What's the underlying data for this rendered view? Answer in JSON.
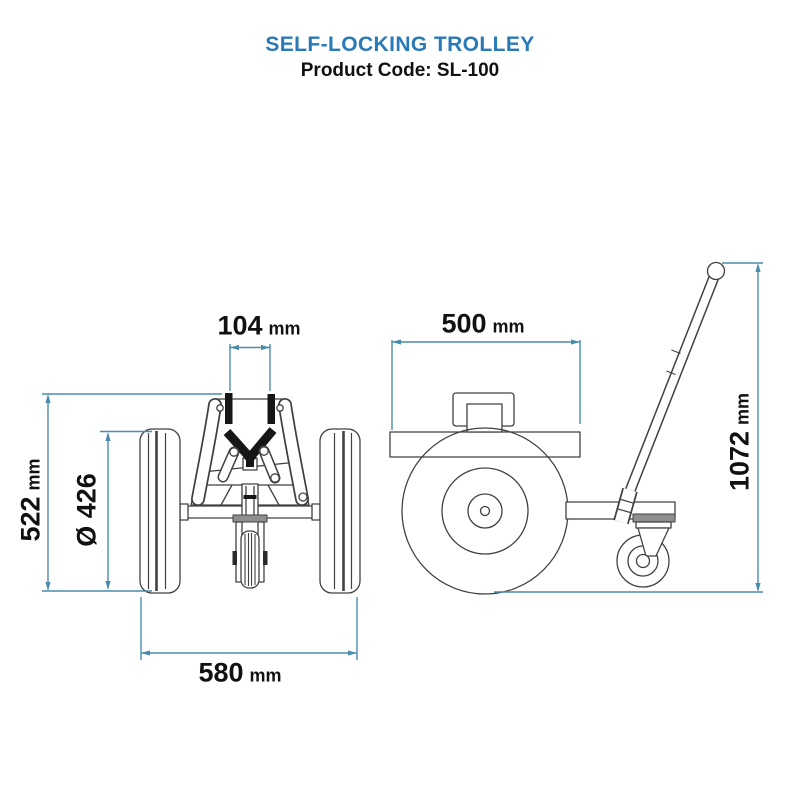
{
  "header": {
    "title": "SELF-LOCKING TROLLEY",
    "product_code": "Product Code: SL-100"
  },
  "colors": {
    "title": "#2b7ab8",
    "dimension_lines": "#4a8cac",
    "drawing_lines": "#414141",
    "text": "#111111"
  },
  "dimensions": {
    "jaw_opening": {
      "value": "104",
      "unit": "mm"
    },
    "front_height": {
      "value": "522",
      "unit": "mm"
    },
    "wheel_diameter": {
      "value": "Ø 426",
      "unit": ""
    },
    "track_width": {
      "value": "580",
      "unit": "mm"
    },
    "body_width": {
      "value": "500",
      "unit": "mm"
    },
    "overall_height": {
      "value": "1072",
      "unit": "mm"
    }
  }
}
